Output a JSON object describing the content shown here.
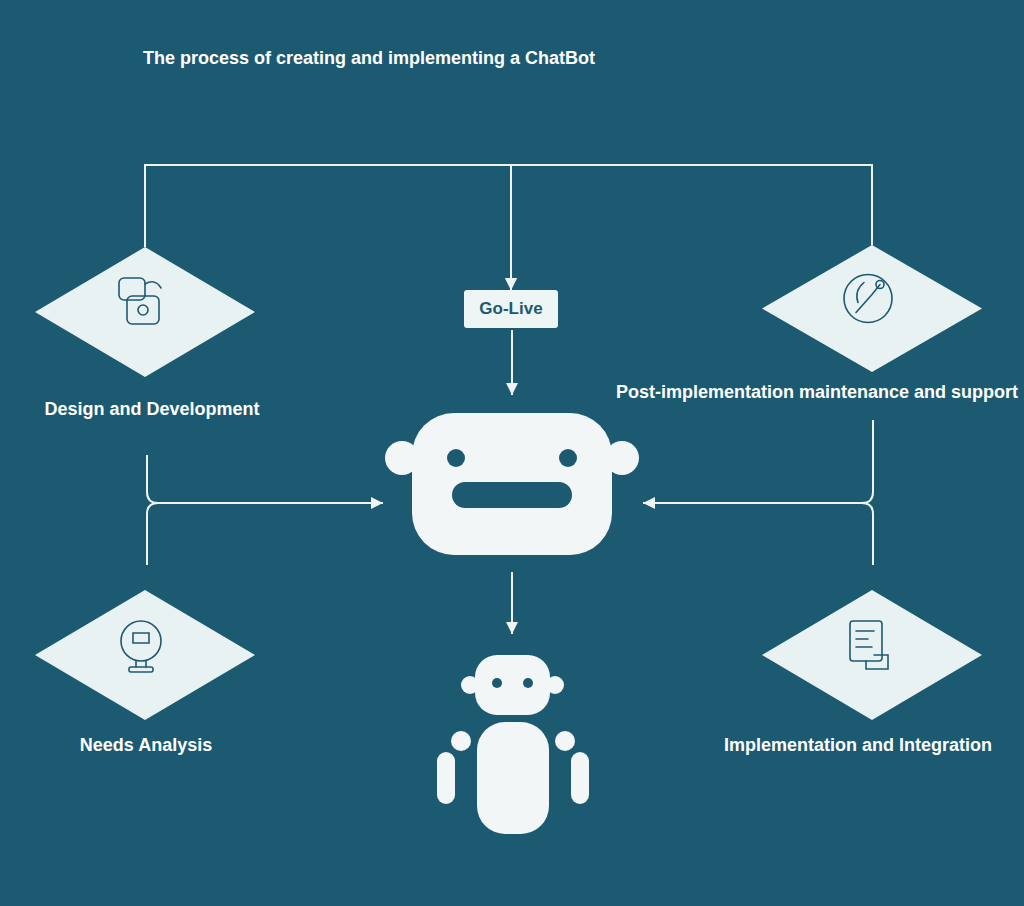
{
  "diagram": {
    "title": "The process of creating and implementing a ChatBot",
    "nodes": [
      {
        "text": [
          "Design and Development"
        ]
      },
      {
        "text": [
          "Go-Live"
        ]
      },
      {
        "text": [
          "Post-implementation maintenance and support"
        ]
      },
      {
        "text": [
          "Needs Analysis"
        ]
      },
      {
        "text": [
          "Implementation and Integration"
        ]
      }
    ],
    "edges": [
      {
        "from": 0,
        "to": 1,
        "arrow": "to"
      },
      {
        "from": 2,
        "to": 1,
        "arrow": "to"
      }
    ]
  }
}
